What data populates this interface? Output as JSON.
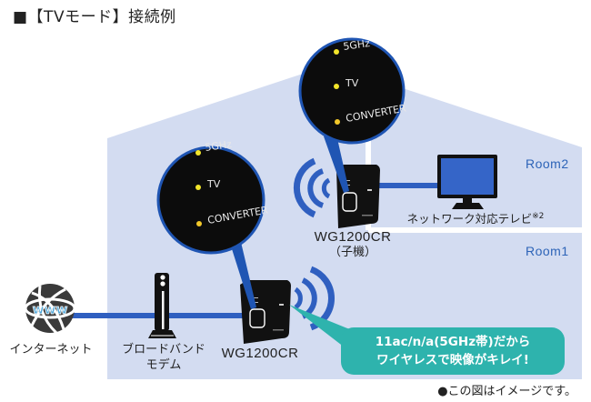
{
  "title": "■【TVモード】接続例",
  "rooms": {
    "room2": "Room2",
    "room1": "Room1"
  },
  "devices": {
    "internet": {
      "label": "インターネット",
      "icon": "www-globe-icon",
      "globe_text": "www"
    },
    "modem": {
      "label_line1": "ブロードバンド",
      "label_line2": "モデム",
      "icon": "modem-icon"
    },
    "parent_router": {
      "label": "WG1200CR",
      "icon": "router-icon"
    },
    "child_router": {
      "label": "WG1200CR",
      "sublabel": "（子機）",
      "icon": "router-icon"
    },
    "tv": {
      "label": "ネットワーク対応テレビ",
      "footnote": "※2",
      "icon": "tv-monitor-icon"
    }
  },
  "led_zoom": {
    "items": [
      "5GHz",
      "TV",
      "CONVERTER"
    ]
  },
  "callout": {
    "line1": "11ac/n/a(5GHz帯)だから",
    "line2": "ワイヤレスで映像がキレイ!"
  },
  "note": "●この図はイメージです。",
  "colors": {
    "house": "#d3dcf1",
    "cable": "#2f5fc0",
    "wifi": "#2f5fc0",
    "room_label": "#2d64b8",
    "callout": "#2eb3ad",
    "led": "#f2e52a",
    "tv_screen": "#3565c8"
  }
}
